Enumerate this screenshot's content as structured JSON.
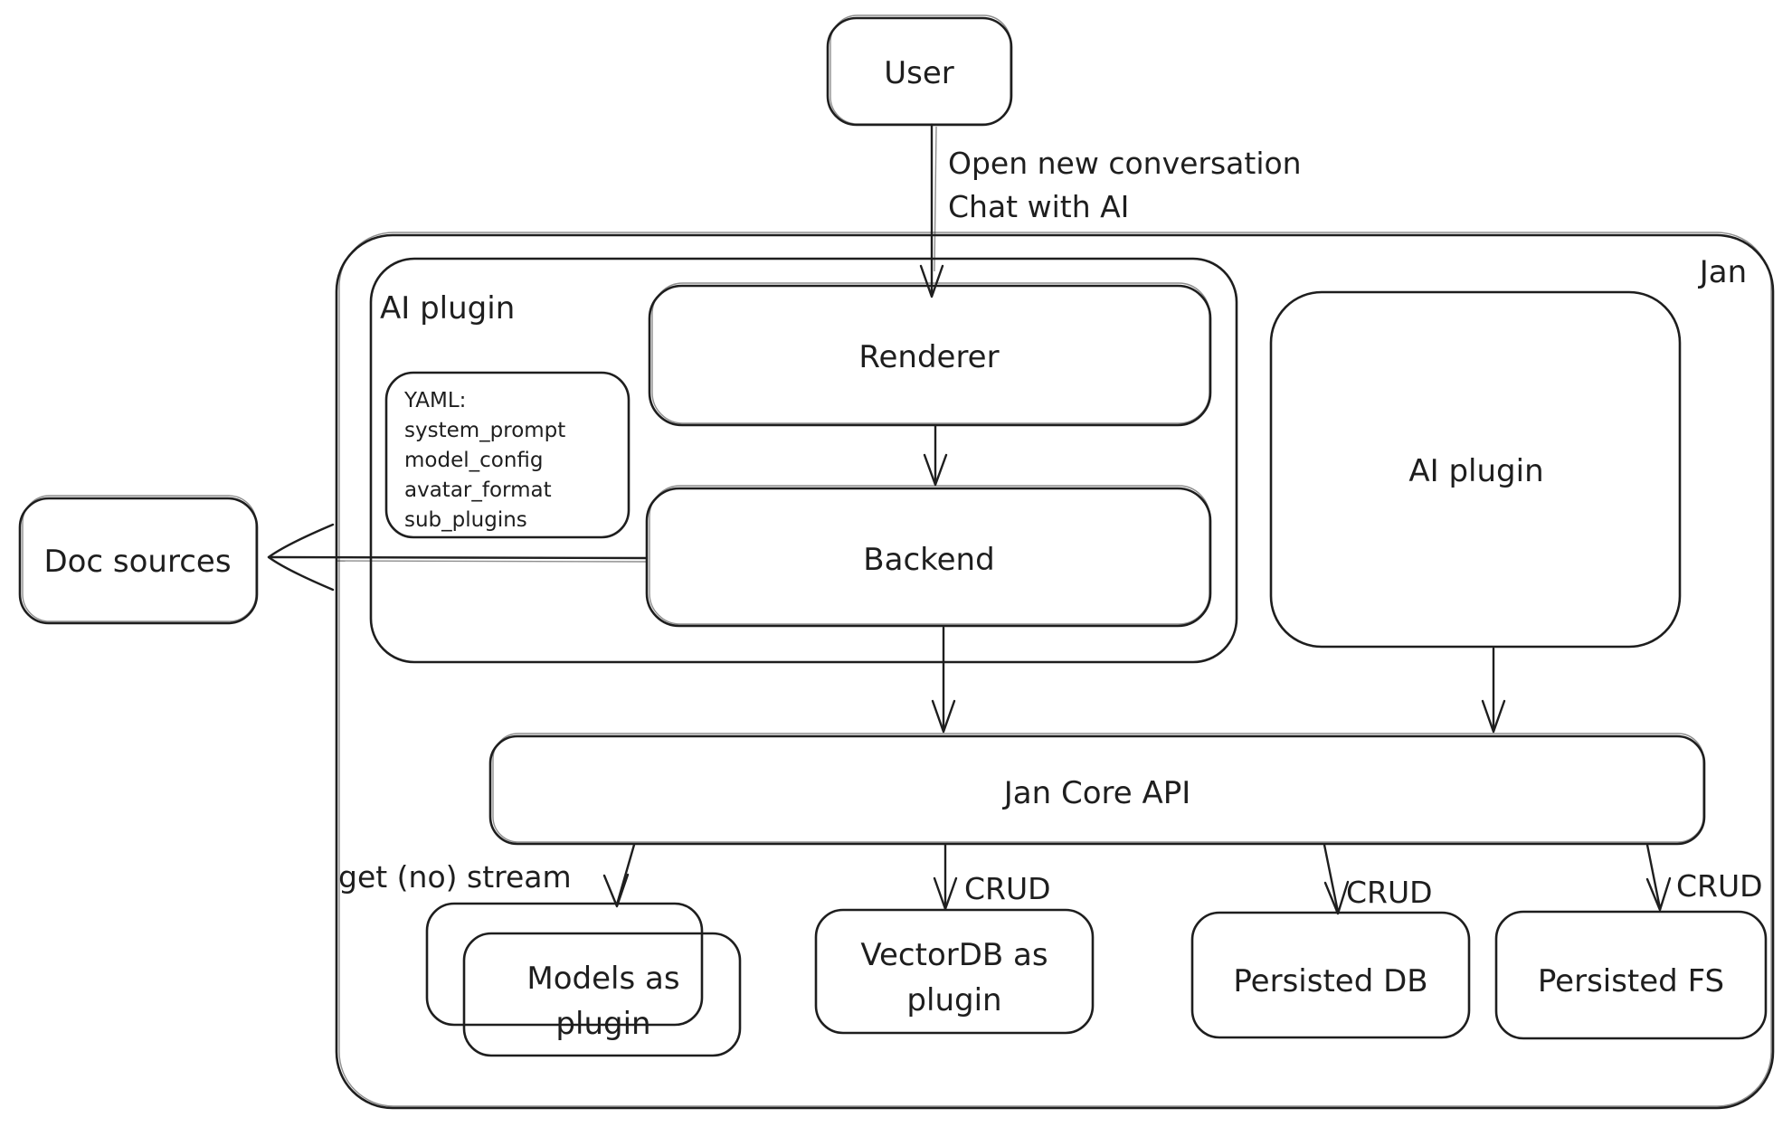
{
  "colors": {
    "stroke": "#1e1e1e",
    "background": "#ffffff"
  },
  "outer": {
    "label": "Jan"
  },
  "nodes": {
    "user": {
      "label": "User"
    },
    "ai_plugin_container": {
      "label": "AI plugin"
    },
    "renderer": {
      "label": "Renderer"
    },
    "backend": {
      "label": "Backend"
    },
    "yaml_note": {
      "lines": [
        "YAML:",
        "system_prompt",
        "model_config",
        "avatar_format",
        "sub_plugins"
      ]
    },
    "ai_plugin_right": {
      "label": "AI plugin"
    },
    "doc_sources": {
      "label": "Doc sources"
    },
    "jan_core_api": {
      "label": "Jan Core API"
    },
    "models_plugin": {
      "line1": "Models as",
      "line2": "plugin"
    },
    "vectordb_plugin": {
      "line1": "VectorDB as",
      "line2": "plugin"
    },
    "persisted_db": {
      "label": "Persisted DB"
    },
    "persisted_fs": {
      "label": "Persisted FS"
    }
  },
  "edges": {
    "user_to_renderer": {
      "label_line1": "Open new conversation",
      "label_line2": "Chat with AI"
    },
    "api_to_models": {
      "label": "get (no) stream"
    },
    "api_to_vectordb": {
      "label": "CRUD"
    },
    "api_to_persisted_db": {
      "label": "CRUD"
    },
    "api_to_persisted_fs": {
      "label": "CRUD"
    }
  }
}
